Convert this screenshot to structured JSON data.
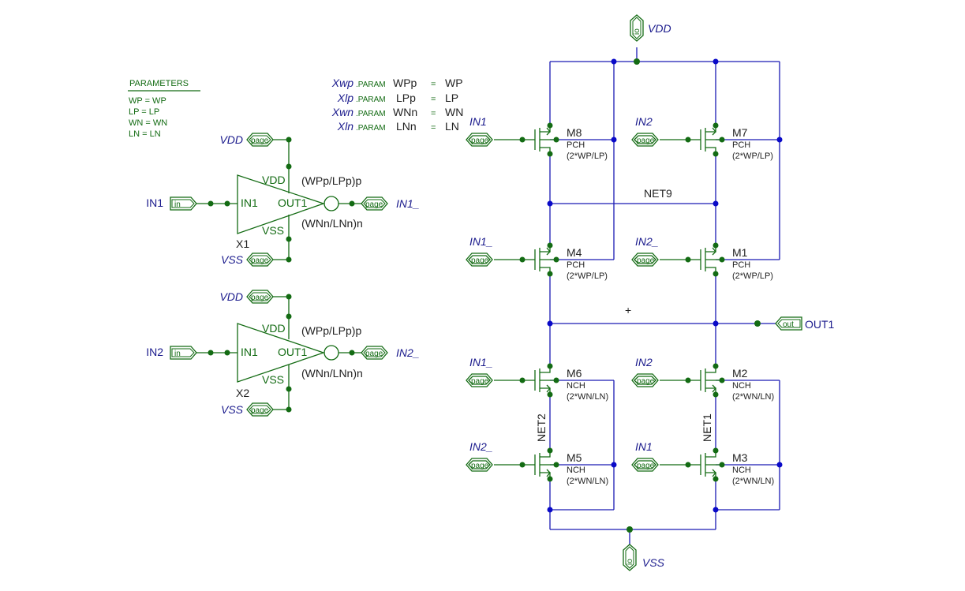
{
  "parameters_block": {
    "title": "PARAMETERS",
    "lines": [
      "WP = WP",
      "LP = LP",
      "WN = WN",
      "LN = LN"
    ]
  },
  "param_table": [
    {
      "name": "Xwp",
      "kw": ".PARAM",
      "param": "WPp",
      "eq": "=",
      "value": "WP"
    },
    {
      "name": "Xlp",
      "kw": ".PARAM",
      "param": "LPp",
      "eq": "=",
      "value": "LP"
    },
    {
      "name": "Xwn",
      "kw": ".PARAM",
      "param": "WNn",
      "eq": "=",
      "value": "WN"
    },
    {
      "name": "Xln",
      "kw": ".PARAM",
      "param": "LNn",
      "eq": "=",
      "value": "LN"
    }
  ],
  "port_tag": {
    "page": "page",
    "in": "in",
    "out": "out",
    "io": "io"
  },
  "inverters": [
    {
      "ref": "X1",
      "vdd_net": "VDD",
      "vss_net": "VSS",
      "in_net": "IN1",
      "out_net": "IN1_",
      "pin_vdd": "VDD",
      "pin_vss": "VSS",
      "pin_in": "IN1",
      "pin_out": "OUT1",
      "p_size": "(WPp/LPp)p",
      "n_size": "(WNn/LNn)n"
    },
    {
      "ref": "X2",
      "vdd_net": "VDD",
      "vss_net": "VSS",
      "in_net": "IN2",
      "out_net": "IN2_",
      "pin_vdd": "VDD",
      "pin_vss": "VSS",
      "pin_in": "IN1",
      "pin_out": "OUT1",
      "p_size": "(WPp/LPp)p",
      "n_size": "(WNn/LNn)n"
    }
  ],
  "supply": {
    "vdd": "VDD",
    "vss": "VSS"
  },
  "output": {
    "label": "OUT1"
  },
  "nets": {
    "net9": "NET9",
    "net2": "NET2",
    "net1": "NET1"
  },
  "transistors": [
    {
      "ref": "M8",
      "model": "PCH",
      "size": "(2*WP/LP)",
      "gate": "IN1"
    },
    {
      "ref": "M7",
      "model": "PCH",
      "size": "(2*WP/LP)",
      "gate": "IN2"
    },
    {
      "ref": "M4",
      "model": "PCH",
      "size": "(2*WP/LP)",
      "gate": "IN1_"
    },
    {
      "ref": "M1",
      "model": "PCH",
      "size": "(2*WP/LP)",
      "gate": "IN2_"
    },
    {
      "ref": "M6",
      "model": "NCH",
      "size": "(2*WN/LN)",
      "gate": "IN1_"
    },
    {
      "ref": "M2",
      "model": "NCH",
      "size": "(2*WN/LN)",
      "gate": "IN2"
    },
    {
      "ref": "M5",
      "model": "NCH",
      "size": "(2*WN/LN)",
      "gate": "IN2_"
    },
    {
      "ref": "M3",
      "model": "NCH",
      "size": "(2*WN/LN)",
      "gate": "IN1"
    }
  ],
  "cursor": "+",
  "colors": {
    "wire": "#1a1ab3",
    "component": "#136b13",
    "text": "#1a1a8c"
  }
}
